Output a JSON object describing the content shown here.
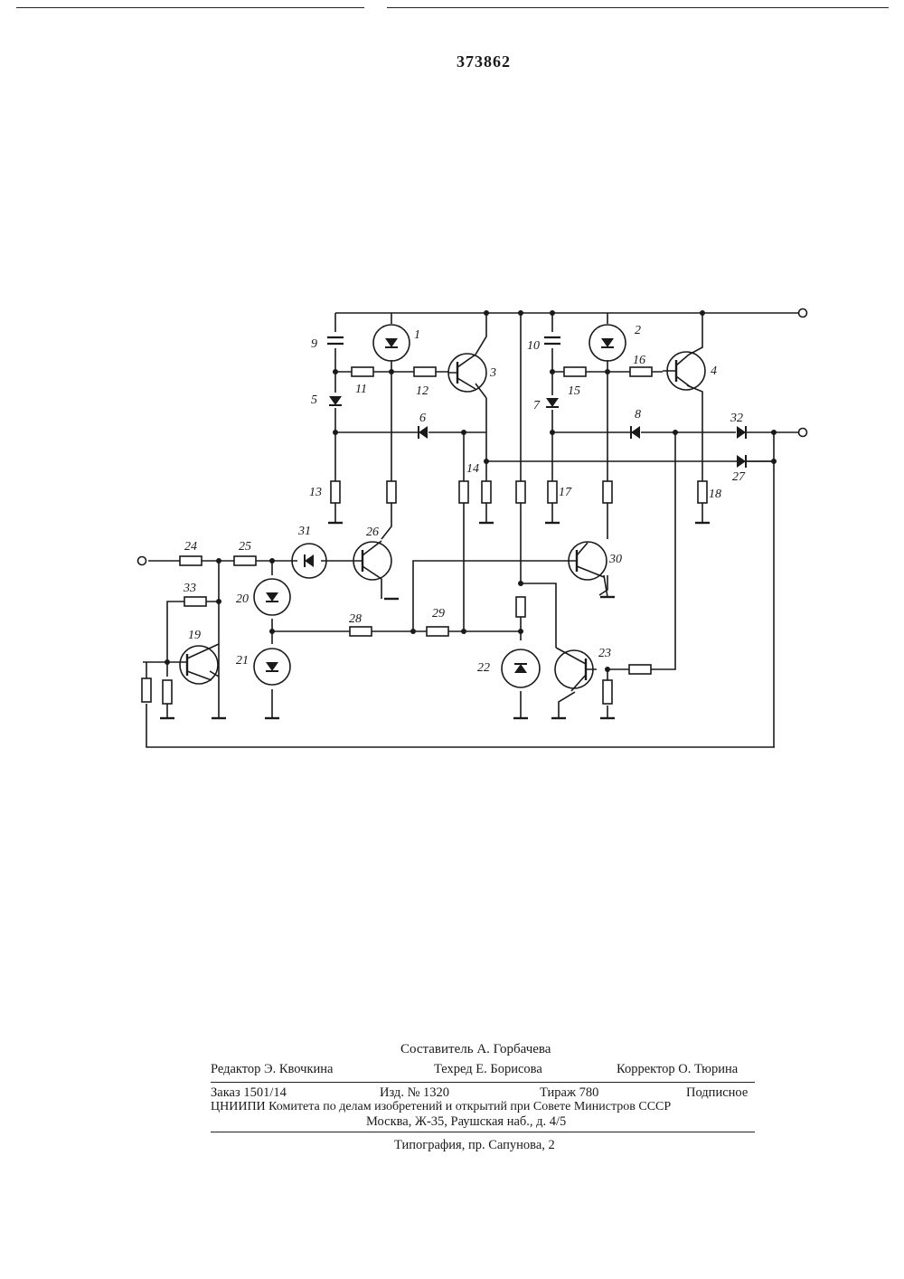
{
  "document": {
    "patent_number": "373862",
    "component_labels": [
      "1",
      "2",
      "3",
      "4",
      "5",
      "6",
      "7",
      "8",
      "9",
      "10",
      "11",
      "12",
      "13",
      "14",
      "15",
      "16",
      "17",
      "18",
      "19",
      "20",
      "21",
      "22",
      "23",
      "24",
      "25",
      "26",
      "27",
      "28",
      "29",
      "30",
      "31",
      "32",
      "33"
    ]
  },
  "imprint": {
    "compiler": "Составитель А. Горбачева",
    "editor": "Редактор Э. Квочкина",
    "techred": "Техред Е. Борисова",
    "corrector": "Корректор О. Тюрина",
    "order": "Заказ 1501/14",
    "edition": "Изд. № 1320",
    "circulation": "Тираж 780",
    "subscription": "Подписное",
    "institute": "ЦНИИПИ Комитета по делам изобретений и открытий при Совете Министров СССР",
    "address": "Москва, Ж-35, Раушская наб., д. 4/5",
    "printer": "Типография, пр. Сапунова, 2"
  }
}
